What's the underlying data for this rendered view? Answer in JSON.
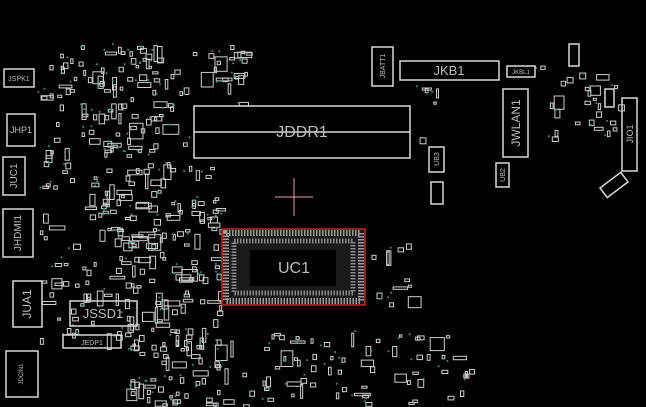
{
  "board": {
    "components": {
      "jspk1": "JSPK1",
      "jhp1": "JHP1",
      "juc1": "JUC1",
      "jhdmi1": "JHDMI1",
      "jua1": "JUA1",
      "jssd1": "JSSD1",
      "jedp1": "JEDP1",
      "jdcin1": "JDCIN1",
      "jbatt1": "JBATT1",
      "jkb1": "JKB1",
      "jkbl1": "JKBL1",
      "jwlan1": "JWLAN1",
      "ub3": "UB3",
      "ub2": "UB2",
      "jio1": "JIO1",
      "jddr1": "JDDR1",
      "uc1": "UC1"
    },
    "colors": {
      "background": "#000000",
      "outline": "#d8d8d8",
      "selected": "#d02020",
      "via": "#2a9a8a",
      "crosshair": "#e0a0a0"
    }
  }
}
